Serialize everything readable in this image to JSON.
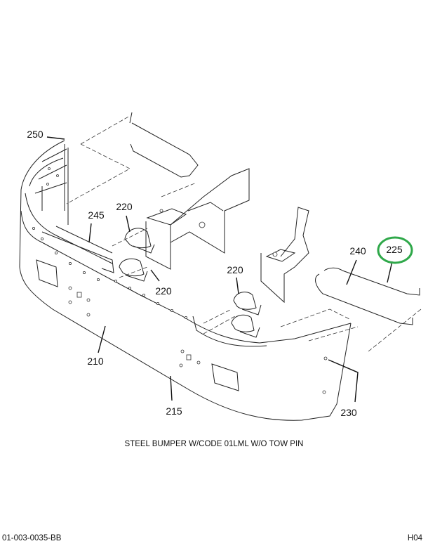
{
  "diagram": {
    "callouts": {
      "c250": "250",
      "c245": "245",
      "c220a": "220",
      "c220b": "220",
      "c220c": "220",
      "c210": "210",
      "c215": "215",
      "c230": "230",
      "c240": "240",
      "c225": "225"
    },
    "highlight_color": "#2fa84a",
    "highlighted_callout": "225"
  },
  "caption": "STEEL BUMPER W/CODE 01LML W/O TOW PIN",
  "footer": {
    "drawing_number": "01-003-0035-BB",
    "sheet_code": "H04"
  }
}
